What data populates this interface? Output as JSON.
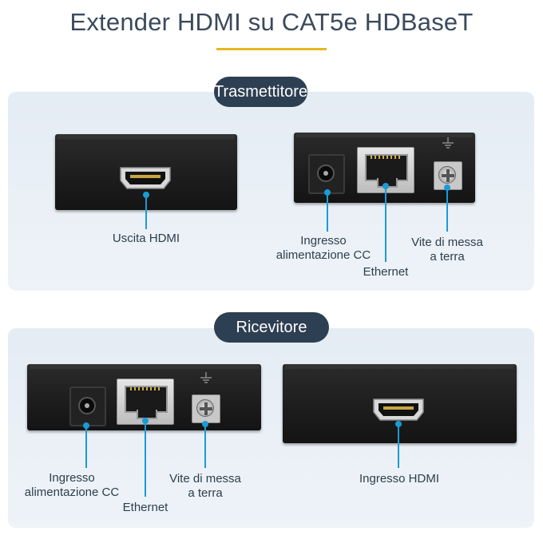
{
  "title": "Extender HDMI su CAT5e HDBaseT",
  "colors": {
    "accent_rule": "#e8b820",
    "pill_bg": "#2d3f52",
    "leader_line": "#1b9ad6",
    "panel_bg": "#e8eff6"
  },
  "transmitter": {
    "heading": "Trasmettitore",
    "front_labels": {
      "hdmi_out": "Uscita HDMI"
    },
    "back_labels": {
      "dc_input_line1": "Ingresso",
      "dc_input_line2": "alimentazione CC",
      "ethernet": "Ethernet",
      "ground_line1": "Vite di messa",
      "ground_line2": "a terra"
    }
  },
  "receiver": {
    "heading": "Ricevitore",
    "back_labels": {
      "dc_input_line1": "Ingresso",
      "dc_input_line2": "alimentazione CC",
      "ethernet": "Ethernet",
      "ground_line1": "Vite di messa",
      "ground_line2": "a terra"
    },
    "front_labels": {
      "hdmi_in": "Ingresso HDMI"
    }
  }
}
